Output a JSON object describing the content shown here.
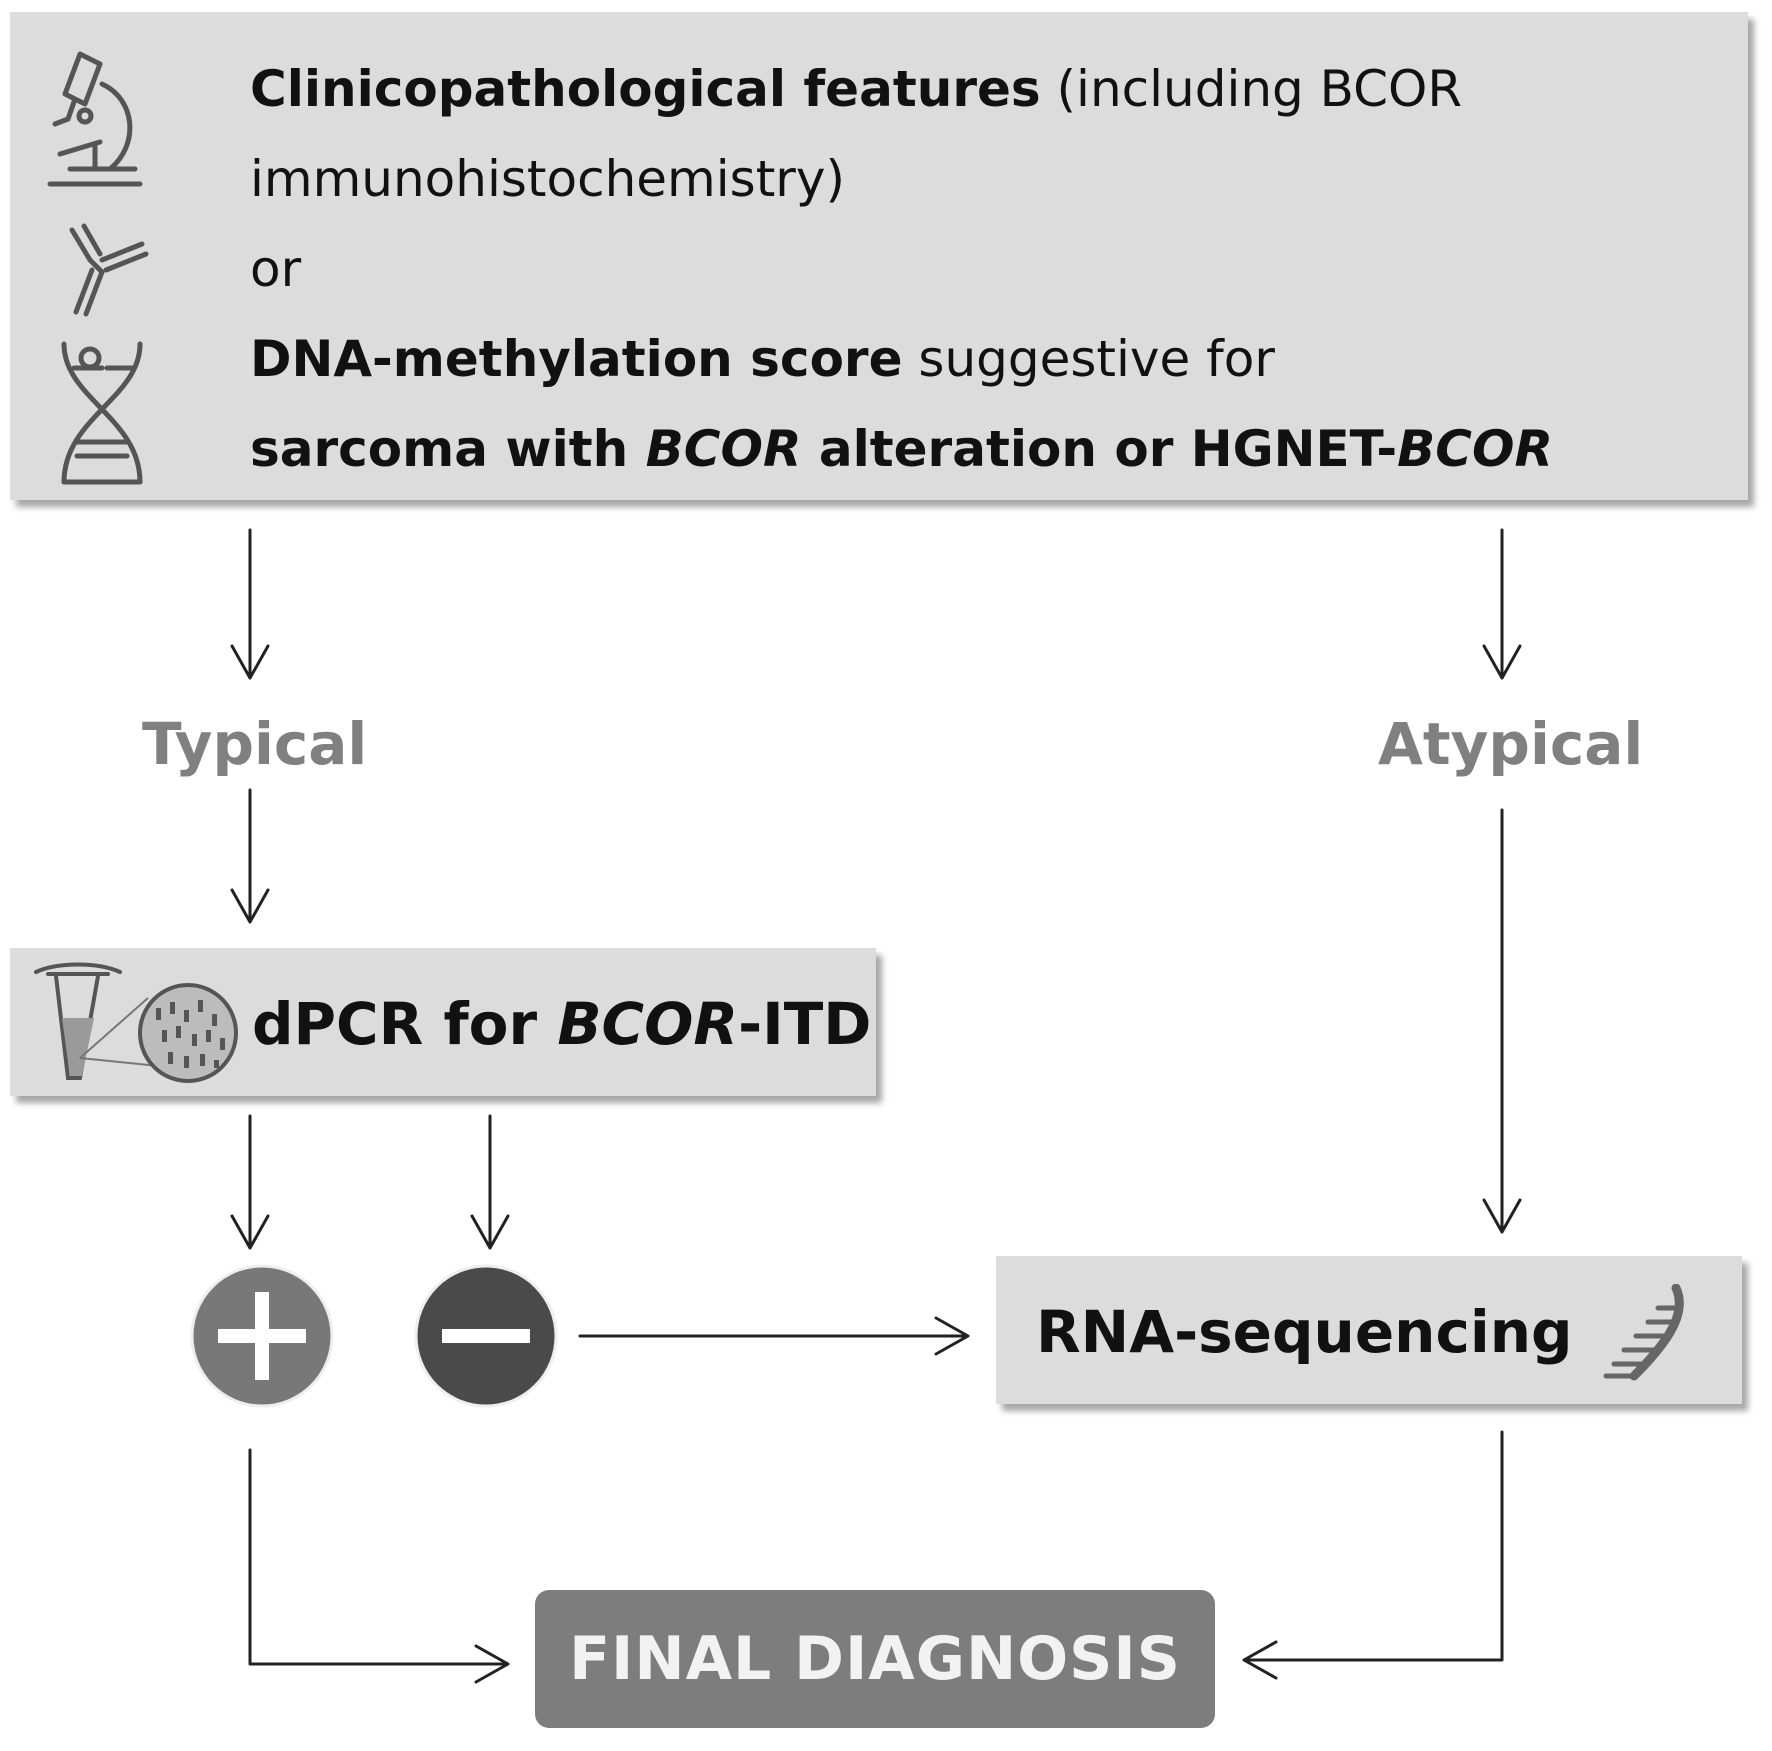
{
  "top_box": {
    "line1_bold": "Clinicopathological features",
    "line1_normal": " (including BCOR",
    "line2": "immunohistochemistry)",
    "line3": "or",
    "line4_bold": "DNA-methylation score",
    "line4_normal": " suggestive for",
    "line5_part1": "sarcoma with ",
    "line5_italic1": "BCOR",
    "line5_part2": " alteration or HGNET-",
    "line5_italic2": "BCOR"
  },
  "branches": {
    "typical": "Typical",
    "atypical": "Atypical"
  },
  "dpcr_box": {
    "prefix": "dPCR for ",
    "gene": "BCOR",
    "suffix": "-ITD"
  },
  "rna_box": {
    "label": "RNA-sequencing"
  },
  "final_box": {
    "label": "FINAL DIAGNOSIS"
  },
  "icons": {
    "top_box": [
      "microscope-icon",
      "antibody-icon",
      "dna-icon"
    ],
    "dpcr_box": "pcr-tube-icon",
    "rna_box": "rna-strand-icon",
    "result_positive": "plus-circle-icon",
    "result_negative": "minus-circle-icon"
  },
  "colors": {
    "box_fill": "#dcdcdc",
    "final_fill": "#7d7d7d",
    "branch_text": "#808080",
    "positive_fill": "#787878",
    "negative_fill": "#4a4a4a"
  }
}
